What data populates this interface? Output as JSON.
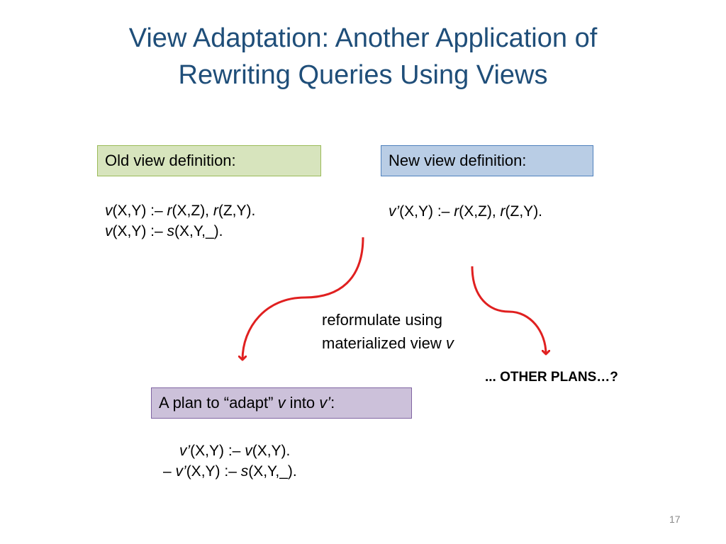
{
  "title_line1": "View Adaptation: Another Application of",
  "title_line2": "Rewriting Queries Using Views",
  "old_box_label": "Old view definition:",
  "new_box_label": "New view definition:",
  "old_rules": [
    {
      "head": "v",
      "args1": "(X,Y) :– ",
      "b1": "r",
      "a1": "(X,Z), ",
      "b2": "r",
      "a2": "(Z,Y)."
    },
    {
      "head": "v",
      "args1": "(X,Y) :– ",
      "b1": "s",
      "a1": "(X,Y,_)."
    }
  ],
  "new_rule": {
    "head": "v’",
    "args1": "(X,Y) :– ",
    "b1": "r",
    "a1": "(X,Z), ",
    "b2": "r",
    "a2": "(Z,Y)."
  },
  "note_line1": "reformulate using",
  "note_line2_prefix": "materialized view ",
  "note_line2_var": "v",
  "other_plans": "... OTHER PLANS…?",
  "plan_box": {
    "prefix": "A plan to “adapt” ",
    "v1": "v",
    "mid": " into ",
    "v2": "v’",
    "suffix": ":"
  },
  "plan_rules": [
    {
      "prefix": "",
      "head": "v’",
      "args1": "(X,Y) :– ",
      "b1": "v",
      "a1": "(X,Y)."
    },
    {
      "prefix": "– ",
      "head": "v’",
      "args1": "(X,Y) :– ",
      "b1": "s",
      "a1": "(X,Y,_)."
    }
  ],
  "slide_number": "17",
  "colors": {
    "title": "#1f4e79",
    "arrow": "#e02020",
    "old_box": "#d7e4bd",
    "new_box": "#b9cde5",
    "plan_box": "#ccc1da"
  }
}
